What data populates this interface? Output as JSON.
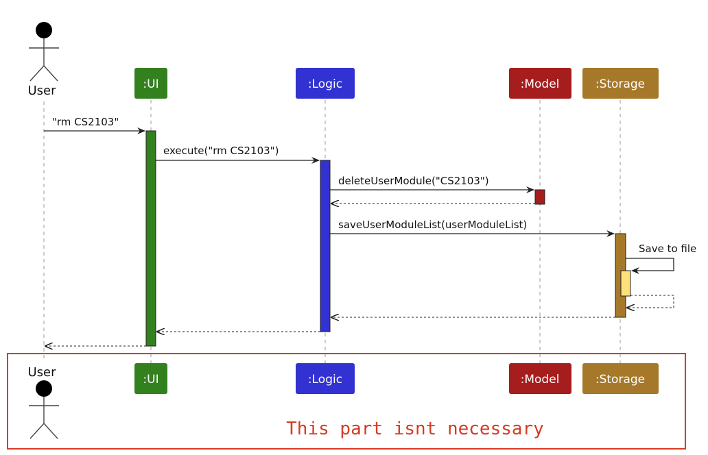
{
  "participants": {
    "user": {
      "label": "User"
    },
    "ui": {
      "label": ":UI",
      "color": "#33801f"
    },
    "logic": {
      "label": ":Logic",
      "color": "#3232d2"
    },
    "model": {
      "label": ":Model",
      "color": "#a61d1d"
    },
    "storage": {
      "label": ":Storage",
      "color": "#a6782a"
    }
  },
  "messages": {
    "m1": "\"rm CS2103\"",
    "m2": "execute(\"rm CS2103\")",
    "m3": "deleteUserModule(\"CS2103\")",
    "m4": "saveUserModuleList(userModuleList)",
    "m5": "Save to file"
  },
  "colors": {
    "inner_activation": "#fde07a",
    "annotation": "#d63b23"
  },
  "annotation": {
    "text": "This part isnt necessary"
  }
}
